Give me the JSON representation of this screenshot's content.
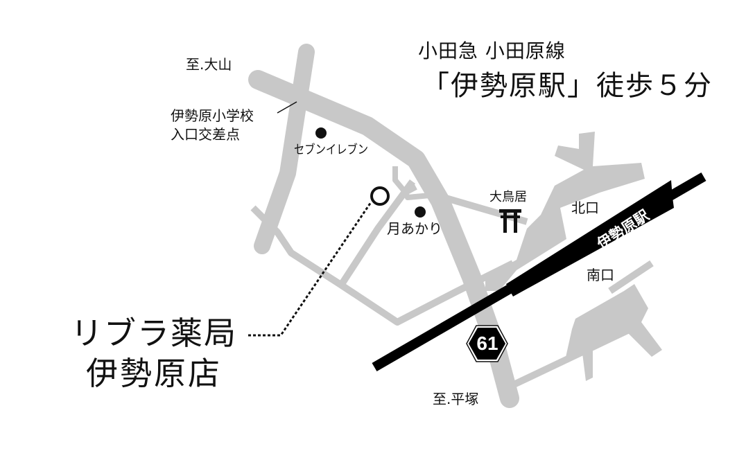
{
  "header": {
    "line_name": "小田急 小田原線",
    "station_walk": "「伊勢原駅」徒歩５分"
  },
  "store": {
    "name": "リブラ薬局",
    "branch": "伊勢原店"
  },
  "labels": {
    "to_oyama": "至.大山",
    "to_hiratsuka": "至.平塚",
    "intersection_line1": "伊勢原小学校",
    "intersection_line2": "入口交差点",
    "seven_eleven": "セブンイレブン",
    "tsukiakari": "月あかり",
    "otorii": "大鳥居",
    "north_exit": "北口",
    "south_exit": "南口",
    "station_on_track": "伊勢原駅",
    "route_number": "61"
  },
  "icons": {
    "torii": "torii-gate-icon",
    "store_marker": "open-circle-marker",
    "poi_marker": "filled-dot-marker",
    "route_shield": "hexagon-route-shield"
  },
  "colors": {
    "road": "#c8c8c8",
    "rail": "#000000",
    "text": "#111111",
    "background": "#ffffff"
  }
}
